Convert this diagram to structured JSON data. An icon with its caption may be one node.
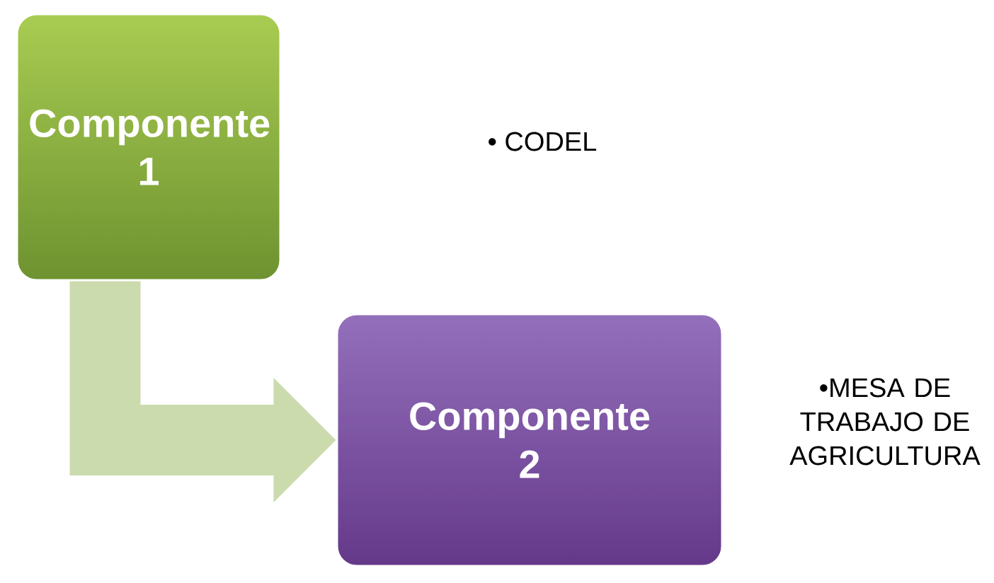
{
  "diagram": {
    "nodes": [
      {
        "text": [
          "Componente 1"
        ]
      },
      {
        "text": [
          "Componente 2"
        ],
        "beside": [
          "•MESA DE TRABAJO DE AGRICULTURA"
        ]
      }
    ],
    "edges": [
      {
        "from": 0,
        "to": 1,
        "arrow": "to"
      }
    ],
    "labels": [
      "• CODEL"
    ]
  }
}
